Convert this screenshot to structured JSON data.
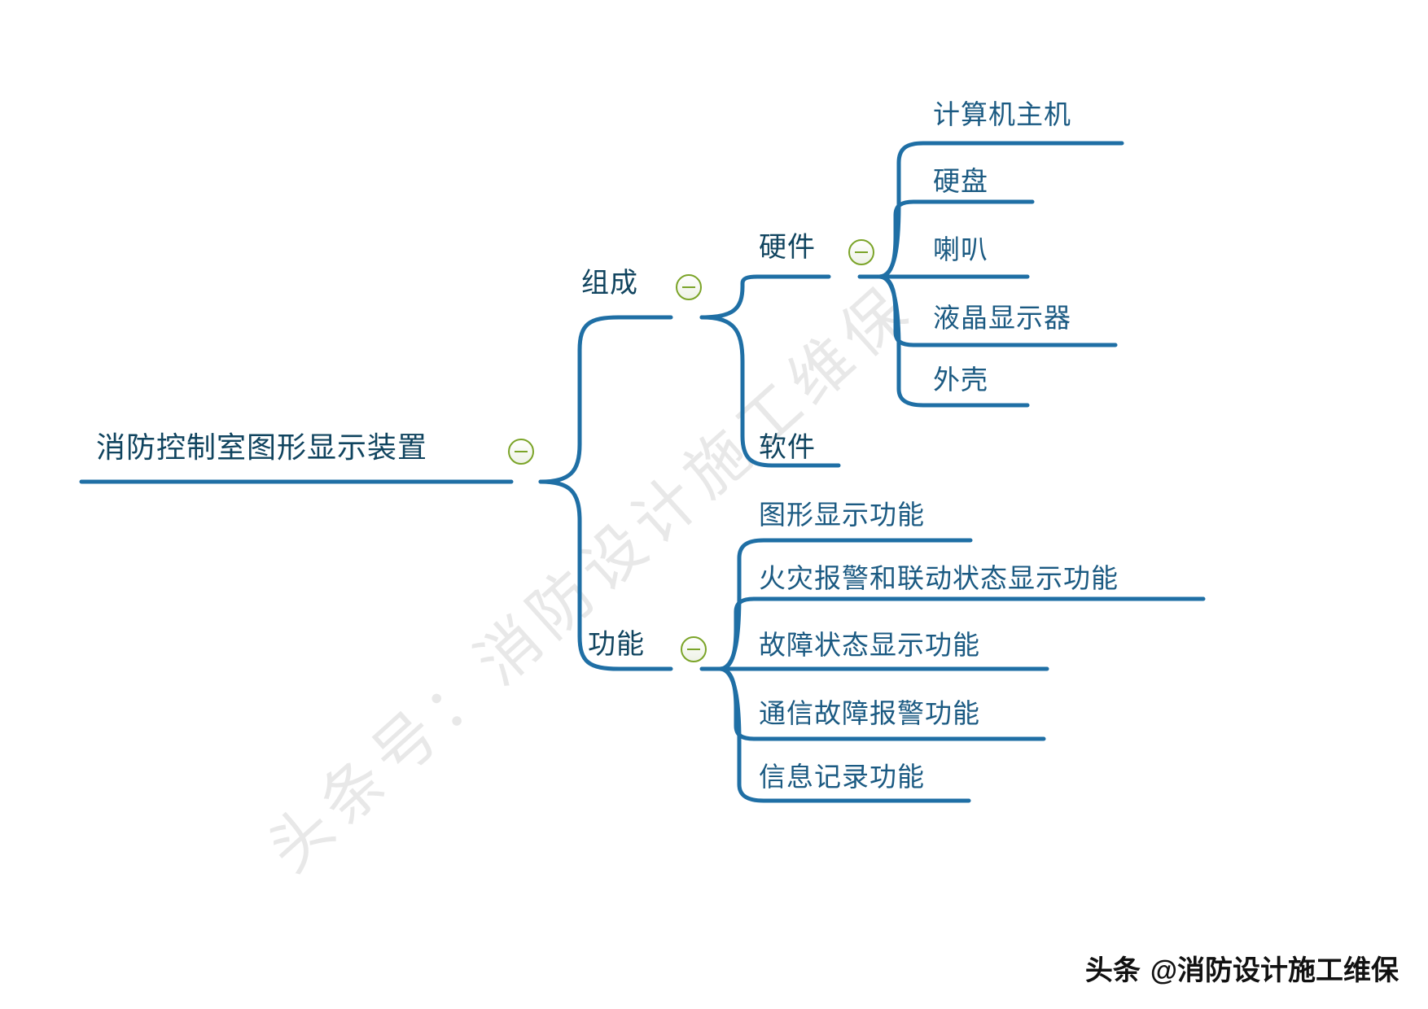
{
  "diagram": {
    "type": "mind-map",
    "root": {
      "label": "消防控制室图形显示装置",
      "toggle": "collapse-minus-icon"
    },
    "branches": [
      {
        "label": "组成",
        "toggle": "collapse-minus-icon",
        "children": [
          {
            "label": "硬件",
            "toggle": "collapse-minus-icon",
            "children": [
              {
                "label": "计算机主机"
              },
              {
                "label": "硬盘"
              },
              {
                "label": "喇叭"
              },
              {
                "label": "液晶显示器"
              },
              {
                "label": "外壳"
              }
            ]
          },
          {
            "label": "软件",
            "children": []
          }
        ]
      },
      {
        "label": "功能",
        "toggle": "collapse-minus-icon",
        "children": [
          {
            "label": "图形显示功能"
          },
          {
            "label": "火灾报警和联动状态显示功能"
          },
          {
            "label": "故障状态显示功能"
          },
          {
            "label": "通信故障报警功能"
          },
          {
            "label": "信息记录功能"
          }
        ]
      }
    ]
  },
  "watermark": {
    "diagonal_text": "头条号：消防设计施工维保"
  },
  "footer": {
    "platform": "头条",
    "account": "@消防设计施工维保"
  },
  "colors": {
    "line": "#1f6fa5",
    "text": "#10445f",
    "toggle_border": "#7ba428",
    "background": "#ffffff",
    "watermark": "#e8e8e8"
  }
}
